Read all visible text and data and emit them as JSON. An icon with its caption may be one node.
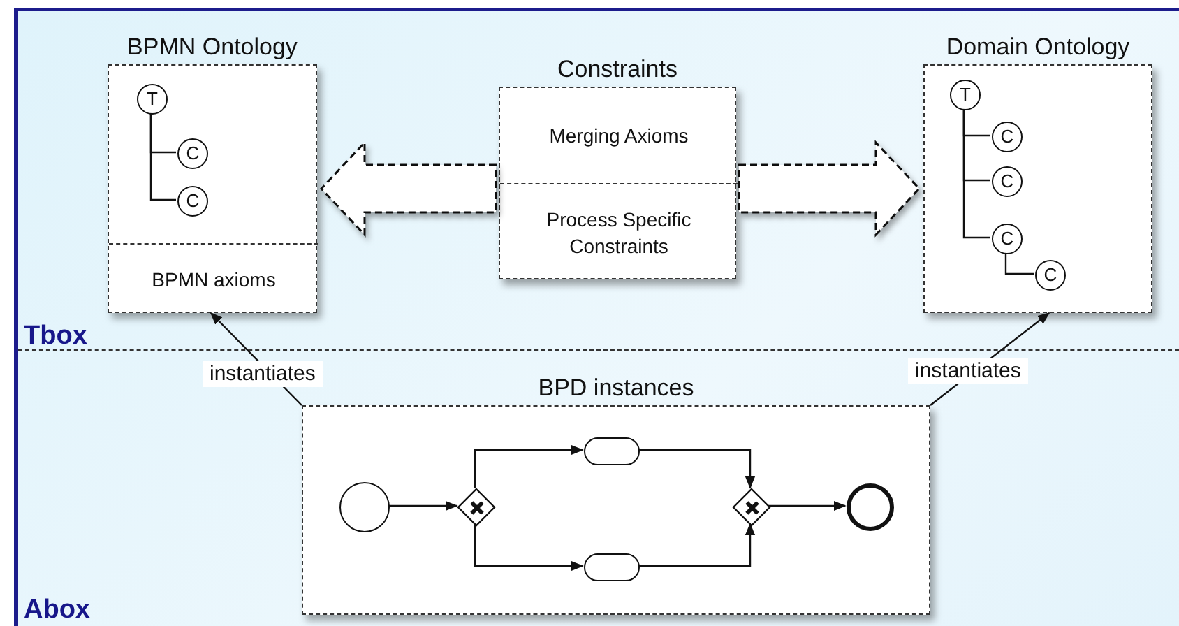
{
  "diagram": {
    "nodes": [
      {
        "text": [
          "BPMN Ontology"
        ]
      },
      {
        "text": [
          "T"
        ],
        "in": 0
      },
      {
        "text": [
          "C"
        ],
        "in": 0
      },
      {
        "text": [
          "C"
        ],
        "in": 0
      },
      {
        "text": [
          "BPMN axioms"
        ],
        "in": 0
      },
      {
        "text": [
          "Constraints"
        ]
      },
      {
        "text": [
          "Merging Axioms"
        ],
        "in": 5
      },
      {
        "text": [
          "Process Specific Constraints"
        ],
        "in": 5
      },
      {
        "text": [
          "Domain Ontology"
        ]
      },
      {
        "text": [
          "T"
        ],
        "in": 8
      },
      {
        "text": [
          "C"
        ],
        "in": 8
      },
      {
        "text": [
          "C"
        ],
        "in": 8
      },
      {
        "text": [
          "C"
        ],
        "in": 8
      },
      {
        "text": [
          "C"
        ],
        "in": 8
      },
      {
        "text": [
          "BPD instances"
        ]
      },
      {
        "text": [],
        "shape": "circle",
        "in": 14
      },
      {
        "text": [],
        "shape": "diamond",
        "in": 14
      },
      {
        "text": [],
        "shape": "box",
        "in": 14
      },
      {
        "text": [],
        "shape": "box",
        "in": 14
      },
      {
        "text": [],
        "shape": "diamond",
        "in": 14
      },
      {
        "text": [],
        "shape": "circle",
        "in": 14
      }
    ],
    "edges": [
      {
        "from": 1,
        "to": 2,
        "arrow": "none"
      },
      {
        "from": 1,
        "to": 3,
        "arrow": "none"
      },
      {
        "from": 9,
        "to": 10,
        "arrow": "none"
      },
      {
        "from": 9,
        "to": 11,
        "arrow": "none"
      },
      {
        "from": 9,
        "to": 12,
        "arrow": "none"
      },
      {
        "from": 12,
        "to": 13,
        "arrow": "none"
      },
      {
        "from": 5,
        "to": 0,
        "arrow": "to",
        "style": "thick"
      },
      {
        "from": 5,
        "to": 8,
        "arrow": "to",
        "style": "thick"
      },
      {
        "from": 14,
        "to": 0,
        "arrow": "to",
        "label": "instantiates"
      },
      {
        "from": 14,
        "to": 8,
        "arrow": "to",
        "label": "instantiates"
      },
      {
        "from": 15,
        "to": 16,
        "arrow": "to"
      },
      {
        "from": 16,
        "to": 17,
        "arrow": "to"
      },
      {
        "from": 16,
        "to": 18,
        "arrow": "to"
      },
      {
        "from": 17,
        "to": 19,
        "arrow": "to"
      },
      {
        "from": 18,
        "to": 19,
        "arrow": "to"
      },
      {
        "from": 19,
        "to": 20,
        "arrow": "to"
      }
    ],
    "labels": [
      "Tbox",
      "Abox"
    ]
  }
}
